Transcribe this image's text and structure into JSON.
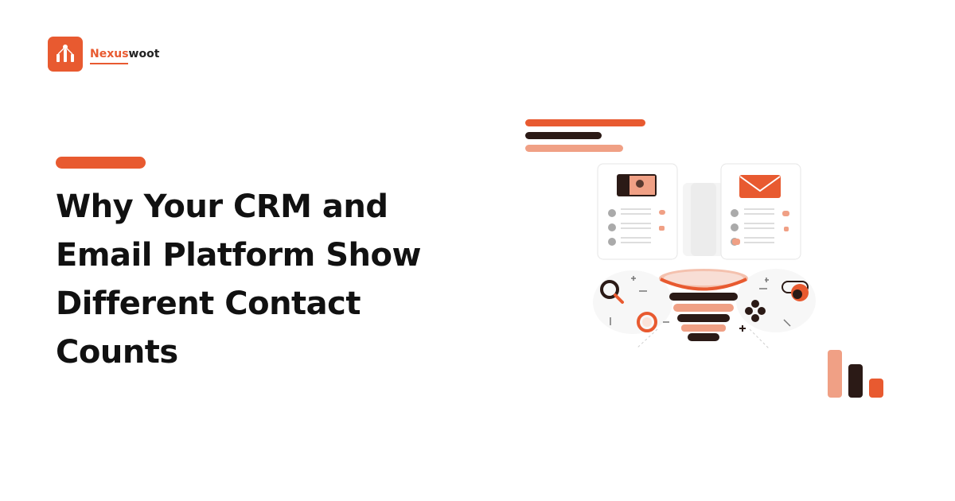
{
  "brand": {
    "name_prefix": "Nexus",
    "name_suffix": "woot",
    "accent": "#e85a30",
    "dark": "#2b1a16",
    "light": "#f0a085"
  },
  "hero": {
    "title_lines": [
      "Why Your CRM and",
      "Email Platform Show",
      "Different Contact",
      "Counts"
    ]
  },
  "illustration": {
    "icons": [
      "media-card-icon",
      "email-card-icon",
      "funnel-icon",
      "search-icon",
      "gamepad-icon",
      "toggle-icon",
      "ring-icon"
    ]
  }
}
